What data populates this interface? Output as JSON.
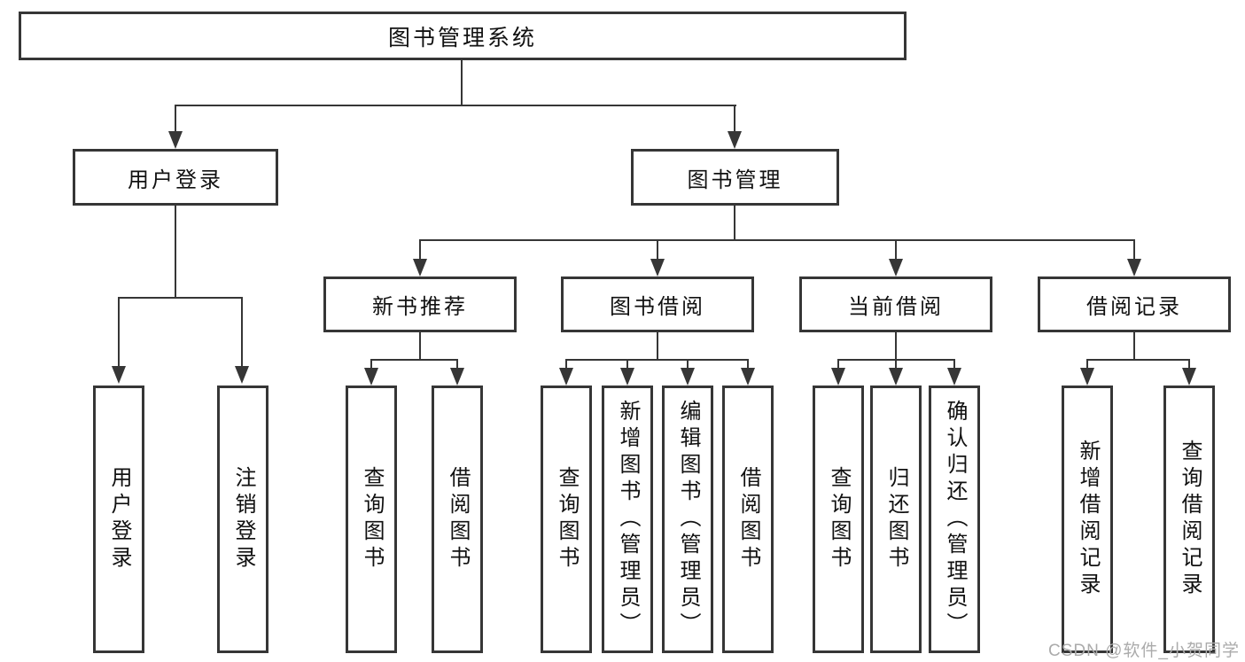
{
  "tree": {
    "label": "图书管理系统",
    "children": [
      {
        "label": "用户登录",
        "children": [
          {
            "label": "用户登录"
          },
          {
            "label": "注销登录"
          }
        ]
      },
      {
        "label": "图书管理",
        "children": [
          {
            "label": "新书推荐",
            "children": [
              {
                "label": "查询图书"
              },
              {
                "label": "借阅图书"
              }
            ]
          },
          {
            "label": "图书借阅",
            "children": [
              {
                "label": "查询图书"
              },
              {
                "label": "新增图书（管理员）"
              },
              {
                "label": "编辑图书（管理员）"
              },
              {
                "label": "借阅图书"
              }
            ]
          },
          {
            "label": "当前借阅",
            "children": [
              {
                "label": "查询图书"
              },
              {
                "label": "归还图书"
              },
              {
                "label": "确认归还（管理员）"
              }
            ]
          },
          {
            "label": "借阅记录",
            "children": [
              {
                "label": "新增借阅记录"
              },
              {
                "label": "查询借阅记录"
              }
            ]
          }
        ]
      }
    ]
  },
  "watermark": {
    "text": "CSDN @软件_小贺同学"
  },
  "colors": {
    "line": "#363636",
    "box_border": "#363636",
    "text": "#1a1a1a",
    "background": "#ffffff",
    "watermark": "#ababab"
  }
}
